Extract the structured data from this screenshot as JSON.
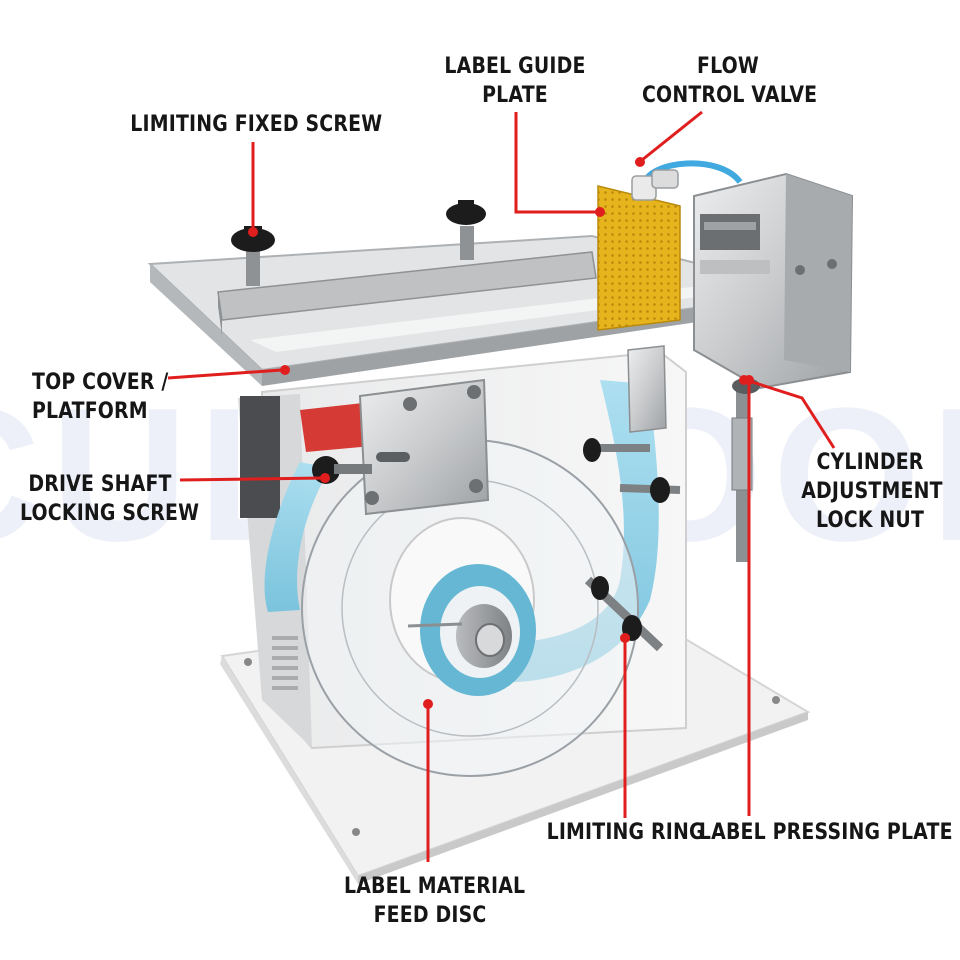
{
  "watermark": "CULMTOOL",
  "colors": {
    "leader_line": "#e01e1e",
    "label_text": "#161616",
    "label_material": "#8fd3ea",
    "guide_plate": "#e8b820",
    "steel": "#c9cbcd",
    "air_tube": "#3fa9e0"
  },
  "callouts": [
    {
      "id": "limiting-fixed-screw",
      "lines": [
        "LIMITING FIXED SCREW"
      ]
    },
    {
      "id": "label-guide-plate",
      "lines": [
        "LABEL GUIDE",
        "PLATE"
      ]
    },
    {
      "id": "flow-control-valve",
      "lines": [
        "FLOW",
        "CONTROL VALVE"
      ]
    },
    {
      "id": "top-cover-platform",
      "lines": [
        "TOP COVER /",
        "PLATFORM"
      ]
    },
    {
      "id": "drive-shaft-locking-screw",
      "lines": [
        "DRIVE SHAFT",
        "LOCKING SCREW"
      ]
    },
    {
      "id": "cylinder-adjustment-lock-nut",
      "lines": [
        "CYLINDER",
        "ADJUSTMENT",
        "LOCK NUT"
      ]
    },
    {
      "id": "limiting-ring",
      "lines": [
        "LIMITING RING"
      ]
    },
    {
      "id": "label-pressing-plate",
      "lines": [
        "LABEL PRESSING PLATE"
      ]
    },
    {
      "id": "label-material-feed-disc",
      "lines": [
        "LABEL MATERIAL",
        "FEED DISC"
      ]
    }
  ]
}
